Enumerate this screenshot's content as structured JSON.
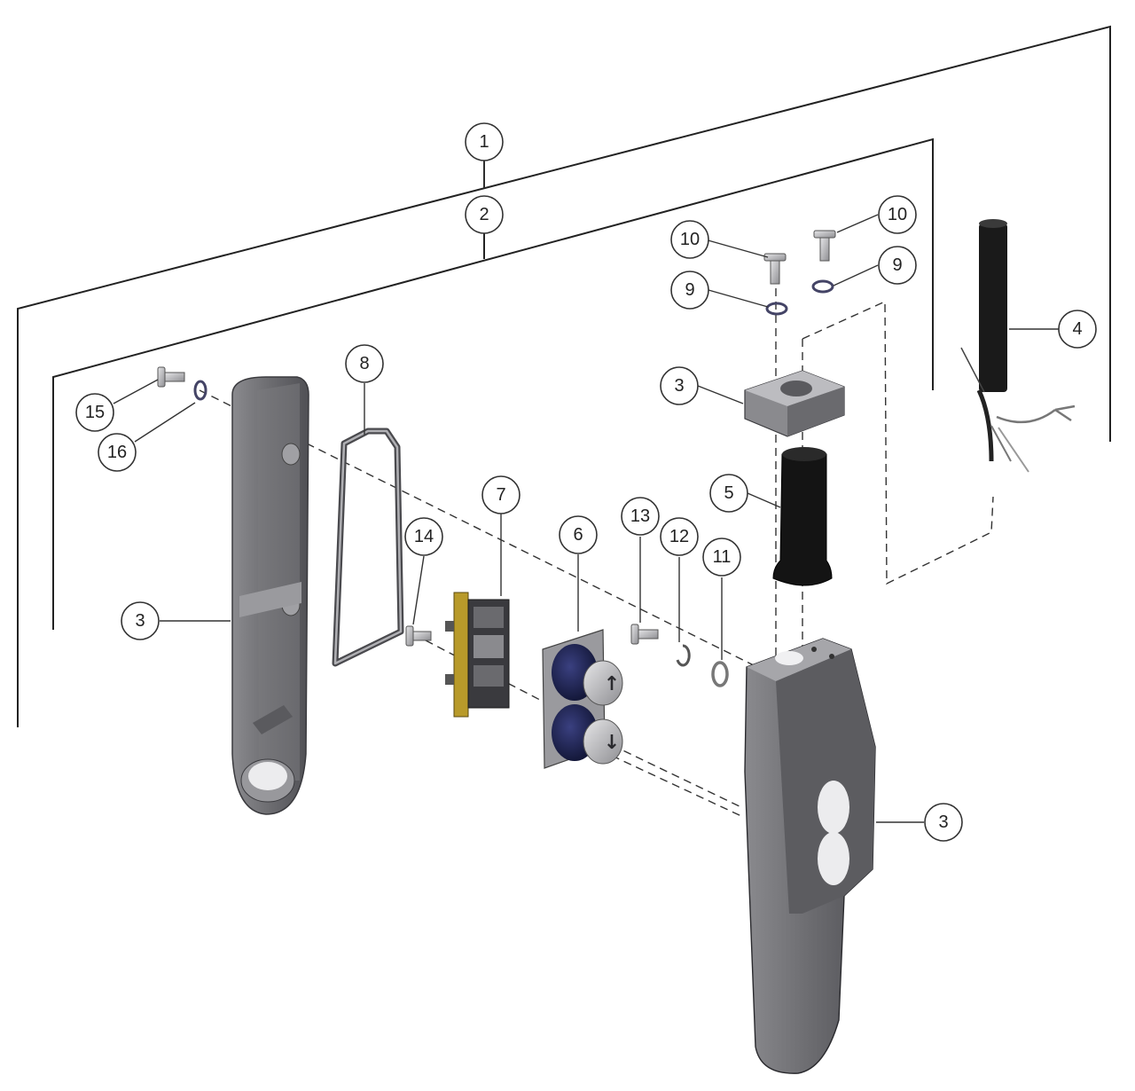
{
  "callouts": {
    "c1": "1",
    "c2": "2",
    "c3_top": "3",
    "c3_left": "3",
    "c3_right": "3",
    "c4": "4",
    "c5": "5",
    "c6": "6",
    "c7": "7",
    "c8": "8",
    "c9_left": "9",
    "c9_right": "9",
    "c10_left": "10",
    "c10_right": "10",
    "c11": "11",
    "c12": "12",
    "c13": "13",
    "c14": "14",
    "c15": "15",
    "c16": "16"
  },
  "button_glyphs": {
    "up": "↑",
    "down": "↓"
  },
  "colors": {
    "housing": "#6e6e72",
    "housing_dark": "#4d4d52",
    "housing_light": "#8c8c90",
    "grommet": "#1a1a1a",
    "button_blue": "#1e2350",
    "button_silver": "#b8b8bc",
    "pcb_yellow": "#b89a2a"
  }
}
